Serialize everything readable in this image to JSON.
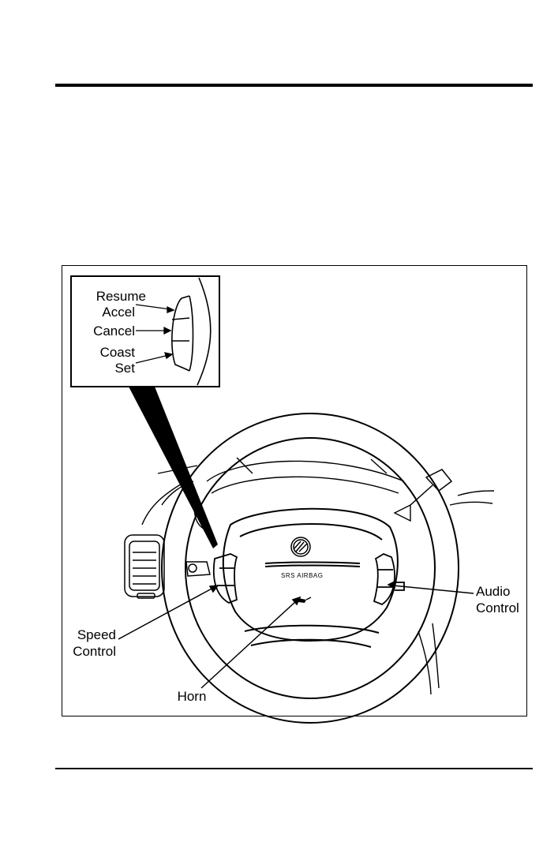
{
  "figure": {
    "inset_labels": {
      "resume_line1": "Resume",
      "resume_line2": "Accel",
      "cancel": "Cancel",
      "coast_line1": "Coast",
      "coast_line2": "Set"
    },
    "callouts": {
      "speed_line1": "Speed",
      "speed_line2": "Control",
      "audio_line1": "Audio",
      "audio_line2": "Control",
      "horn": "Horn"
    },
    "airbag_text": "SRS  AIRBAG"
  }
}
